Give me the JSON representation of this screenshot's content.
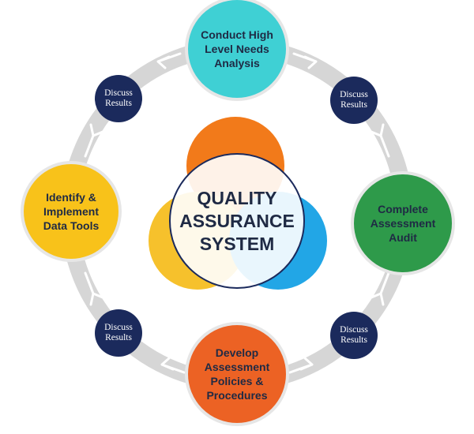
{
  "center": {
    "title": "QUALITY\nASSURANCE\nSYSTEM"
  },
  "steps": [
    {
      "label": "Conduct High\nLevel Needs\nAnalysis",
      "color": "#3fd0d4"
    },
    {
      "label": "Complete\nAssessment\nAudit",
      "color": "#2e9a4a"
    },
    {
      "label": "Develop\nAssessment\nPolicies &\nProcedures",
      "color": "#ec6224"
    },
    {
      "label": "Identify &\nImplement\nData Tools",
      "color": "#f8c21a"
    }
  ],
  "discuss": [
    {
      "label": "Discuss\nResults"
    },
    {
      "label": "Discuss\nResults"
    },
    {
      "label": "Discuss\nResults"
    },
    {
      "label": "Discuss\nResults"
    }
  ],
  "colors": {
    "navy": "#1b2a5c",
    "ring": "#d6d6d6",
    "orange": "#f27a1a",
    "yellow": "#f6c12c",
    "blue": "#22a6e6"
  }
}
